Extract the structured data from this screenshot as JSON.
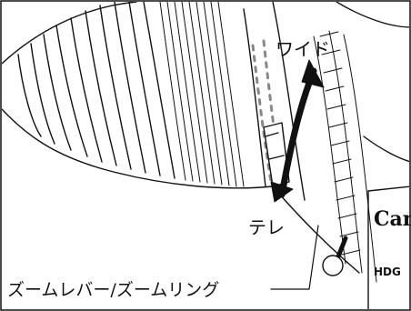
{
  "labels": {
    "wide": "ワイド",
    "tele": "テレ",
    "zoom_lever_ring": "ズームレバー/ズームリング"
  },
  "brand": {
    "logo": "Can",
    "hd_mark": "HDG"
  },
  "colors": {
    "line": "#111111",
    "background": "#ffffff",
    "shade": "#d9d9d9",
    "dark": "#1a1a1a"
  }
}
